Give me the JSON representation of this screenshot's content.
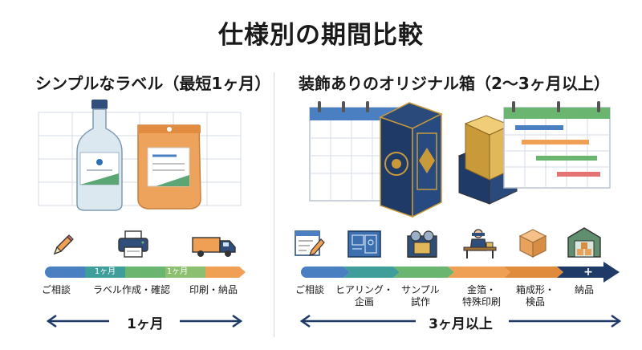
{
  "title": "仕様別の期間比較",
  "left": {
    "heading": "シンプルなラベル（最短1ヶ月）",
    "duration_tags": [
      "1ヶ月",
      "1ヶ月"
    ],
    "steps": [
      "ご相談",
      "ラベル作成・確認",
      "印刷・納品"
    ],
    "total": "1ヶ月"
  },
  "right": {
    "heading": "装飾ありのオリジナル箱（2〜3ヶ月以上）",
    "plus": "+",
    "steps": [
      {
        "line1": "ご相談",
        "line2": ""
      },
      {
        "line1": "ヒアリング・",
        "line2": "企画"
      },
      {
        "line1": "サンプル",
        "line2": "試作"
      },
      {
        "line1": "金箔・",
        "line2": "特殊印刷"
      },
      {
        "line1": "箱成形・",
        "line2": "検品"
      },
      {
        "line1": "納品",
        "line2": ""
      }
    ],
    "total": "3ヶ月以上"
  },
  "colors": {
    "blue": "#4a7fc1",
    "teal": "#3f9e9a",
    "green": "#6ab56f",
    "orange": "#f0a055",
    "navy": "#1f3a66",
    "gold": "#c99a3a"
  },
  "icons": [
    "pencil-icon",
    "printer-icon",
    "delivery-truck-icon",
    "document-edit-icon",
    "blueprint-icon",
    "printing-press-icon",
    "craftsman-icon",
    "cardboard-box-icon",
    "warehouse-icon"
  ]
}
